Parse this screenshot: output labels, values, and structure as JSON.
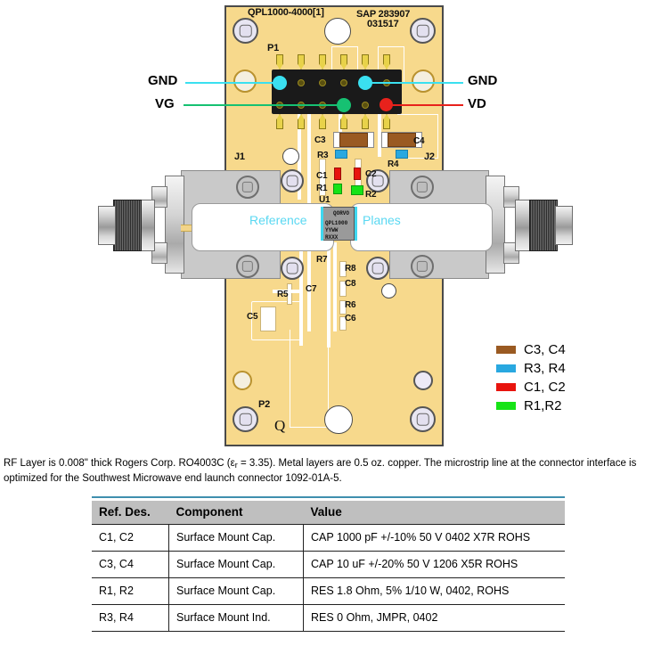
{
  "figure": {
    "board": {
      "part_number": "QPL1000-4000[1]",
      "sap_label": "SAP  283907",
      "sap_date": "031517",
      "q_logo": "Q",
      "designators": {
        "p1": "P1",
        "p2": "P2",
        "j1": "J1",
        "j2": "J2",
        "u1": "U1",
        "c1": "C1",
        "c2": "C2",
        "c3": "C3",
        "c4": "C4",
        "c5": "C5",
        "c6": "C6",
        "c7": "C7",
        "c8": "C8",
        "r1": "R1",
        "r2": "R2",
        "r3": "R3",
        "r4": "R4",
        "r5": "R5",
        "r6": "R6",
        "r7": "R7",
        "r8": "R8"
      },
      "chip": {
        "logo": "QORVO",
        "line1": "QPL1000",
        "line2": "YYWW",
        "line3": "RXXX"
      }
    },
    "callouts": [
      {
        "label": "GND",
        "color": "#3ae0f0",
        "side": "left"
      },
      {
        "label": "VG",
        "color": "#16c172",
        "side": "left"
      },
      {
        "label": "GND",
        "color": "#3ae0f0",
        "side": "right"
      },
      {
        "label": "VD",
        "color": "#e8221c",
        "side": "right"
      }
    ],
    "annotations": {
      "reference": "Reference",
      "planes": "Planes",
      "annotation_color": "#5ad8f2"
    },
    "legend": [
      {
        "label": "C3, C4",
        "color": "#9a5a22"
      },
      {
        "label": "R3, R4",
        "color": "#29a8e0"
      },
      {
        "label": "C1, C2",
        "color": "#e8140e"
      },
      {
        "label": "R1,R2",
        "color": "#16e316"
      }
    ]
  },
  "caption": {
    "line1_a": "RF Layer is 0.008\" thick Rogers Corp. RO4003C (ε",
    "line1_sub": "r",
    "line1_b": " = 3.35). Metal layers are 0.5 oz. copper. The microstrip line at the",
    "line2": "connector interface is optimized for the Southwest Microwave end launch connector 1092-01A-5."
  },
  "table": {
    "headers": [
      "Ref. Des.",
      "Component",
      "Value"
    ],
    "rows": [
      {
        "ref": "C1, C2",
        "component": "Surface Mount Cap.",
        "value": "CAP 1000 pF +/-10% 50 V 0402 X7R ROHS"
      },
      {
        "ref": "C3, C4",
        "component": "Surface Mount Cap.",
        "value": "CAP 10 uF +/-20% 50 V 1206 X5R ROHS"
      },
      {
        "ref": "R1, R2",
        "component": "Surface Mount Cap.",
        "value": "RES 1.8 Ohm, 5% 1/10 W, 0402, ROHS"
      },
      {
        "ref": "R3, R4",
        "component": "Surface Mount Ind.",
        "value": "RES 0 Ohm, JMPR, 0402"
      }
    ]
  },
  "colors": {
    "board": "#f7d98a",
    "rule": "#3f8fae",
    "table_header_bg": "#bfbfbf"
  }
}
